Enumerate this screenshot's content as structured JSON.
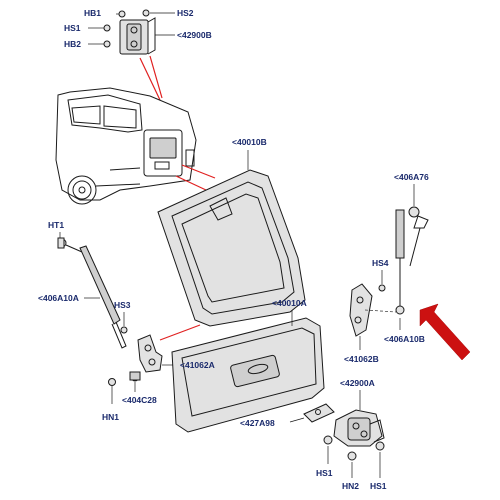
{
  "labels": {
    "hb1": "HB1",
    "hs2": "HS2",
    "hs1_top": "HS1",
    "hb2": "HB2",
    "p42900b": "<42900B",
    "p40010b": "<40010B",
    "ht1": "HT1",
    "p406a76": "<406A76",
    "hs4": "HS4",
    "p406a10a": "<406A10A",
    "hs3": "HS3",
    "p40010a": "<40010A",
    "p41062b": "<41062B",
    "p406a10b": "<406A10B",
    "p41062a": "<41062A",
    "p404c28": "<404C28",
    "hn1": "HN1",
    "p42900a": "<42900A",
    "p427a98": "<427A98",
    "hs1_left": "HS1",
    "hn2": "HN2",
    "hs1_right": "HS1"
  },
  "colors": {
    "label": "#1a2a6c",
    "arrow": "#cc1111",
    "leader_red": "#e02020",
    "line": "#1b1b1b"
  }
}
